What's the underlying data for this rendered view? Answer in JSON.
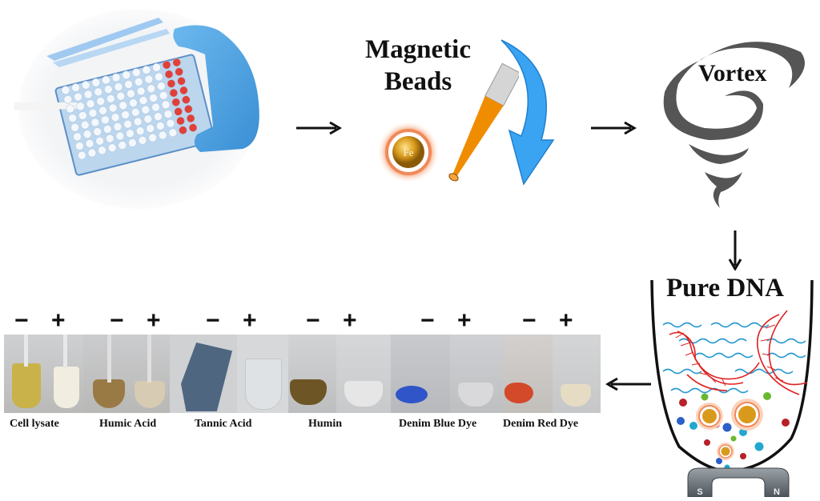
{
  "figure": {
    "steps": [
      {
        "id": "sample_plate",
        "label": "",
        "description": "Gloved hand holding 96-well plate with pipette tip"
      },
      {
        "id": "magnetic_beads",
        "label": "Magnetic Beads",
        "bead_symbol": "Fe"
      },
      {
        "id": "vortex",
        "label": "Vortex"
      },
      {
        "id": "pure_dna",
        "label": "Pure DNA",
        "magnet_poles": [
          "S",
          "N"
        ]
      }
    ],
    "results": {
      "sign_minus": "−",
      "sign_plus": "+",
      "groups": [
        {
          "caption": "Cell lysate",
          "minus_color": "#c9b24a",
          "plus_color": "#f1ede0"
        },
        {
          "caption": "Humic Acid",
          "minus_color": "#9a7a44",
          "plus_color": "#d8cbb3"
        },
        {
          "caption": "Tannic Acid",
          "minus_color": "#4f6680",
          "plus_color": "#dfe2e4"
        },
        {
          "caption": "Humin",
          "minus_color": "#6e5526",
          "plus_color": "#e6e6e6"
        },
        {
          "caption": "Denim Blue Dye",
          "minus_color": "#2f55c8",
          "plus_color": "#d9d9db"
        },
        {
          "caption": "Denim Red Dye",
          "minus_color": "#d24a2a",
          "plus_color": "#e6dcc4"
        }
      ]
    },
    "colors": {
      "glove": "#4fa3e0",
      "pipette_liquid": "#f08c00",
      "swirl_arrow": "#2e9cf0",
      "vortex_gray": "#555555",
      "dna_red": "#e02020",
      "water_blue": "#2a9ad0"
    }
  }
}
